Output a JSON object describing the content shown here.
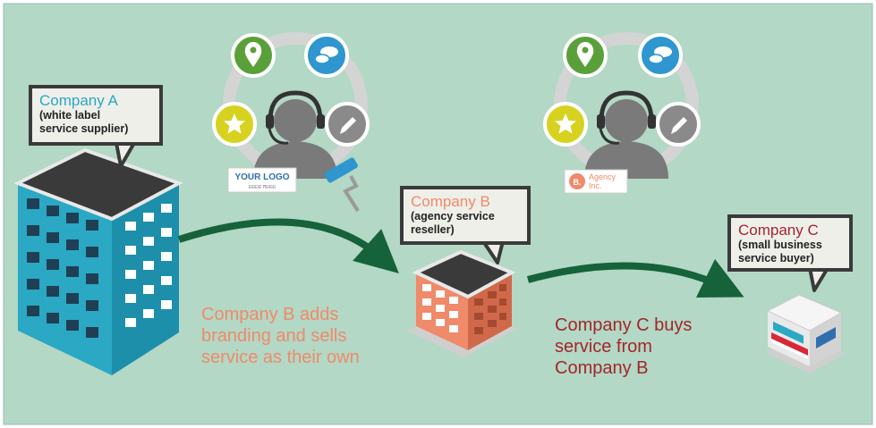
{
  "colors": {
    "background": "#b3d8c5",
    "company_a": "#2aa8c4",
    "company_b": "#ef8a6a",
    "company_c": "#a3262c",
    "arrow": "#16623a",
    "ring": "#d4d4d4",
    "green_icon": "#5aa03a",
    "blue_icon": "#2f96cf",
    "yellow_icon": "#d7d21f",
    "gray_icon": "#8a8a8a"
  },
  "company_a": {
    "name": "Company A",
    "sub_line1": "(white label",
    "sub_line2": "service supplier)"
  },
  "company_b": {
    "name": "Company B",
    "sub_line1": "(agency service",
    "sub_line2": "reseller)"
  },
  "company_c": {
    "name": "Company C",
    "sub_line1": "(small business",
    "sub_line2": "service buyer)"
  },
  "caption_b": {
    "line1": "Company B adds",
    "line2": "branding and sells",
    "line3": "service as their own"
  },
  "caption_c": {
    "line1": "Company C buys",
    "line2": "service from",
    "line3": "Company B"
  },
  "logos": {
    "your_logo": "YOUR LOGO",
    "your_logo_sub": "ĐĐĐĐ ĦĐĐĐ",
    "agency_mark": "B.",
    "agency_line1": "Agency",
    "agency_line2": "Inc."
  },
  "icons": [
    "location-pin-icon",
    "chat-bubble-icon",
    "star-icon",
    "pencil-icon",
    "headset-agent-icon",
    "paint-roller-icon",
    "building-icon",
    "storefront-icon",
    "arrow-icon"
  ]
}
